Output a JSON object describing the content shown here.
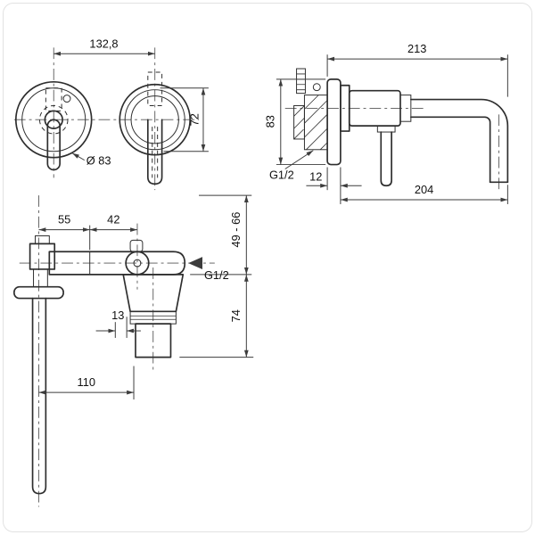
{
  "front_view": {
    "center_distance": "132,8",
    "escutcheon_diameter": "Ø 83",
    "escutcheon_height": "72"
  },
  "side_view": {
    "overall_depth": "213",
    "escutcheon_size": "83",
    "inlet_thread": "G1/2",
    "escutcheon_depth": "12",
    "spout_projection": "204"
  },
  "installed_view": {
    "body_offset": "55",
    "handle_offset": "42",
    "built_in_depth_range": "49 - 66",
    "outlet_thread": "G1/2",
    "outlet_offset": "13",
    "outlet_drop": "74",
    "spout_projection": "110"
  },
  "colors": {
    "line": "#2e2e2e",
    "dimension": "#3c3c3c",
    "text": "#111111",
    "centerline": "#555555",
    "border": "#e2e2e2",
    "background": "#ffffff"
  }
}
